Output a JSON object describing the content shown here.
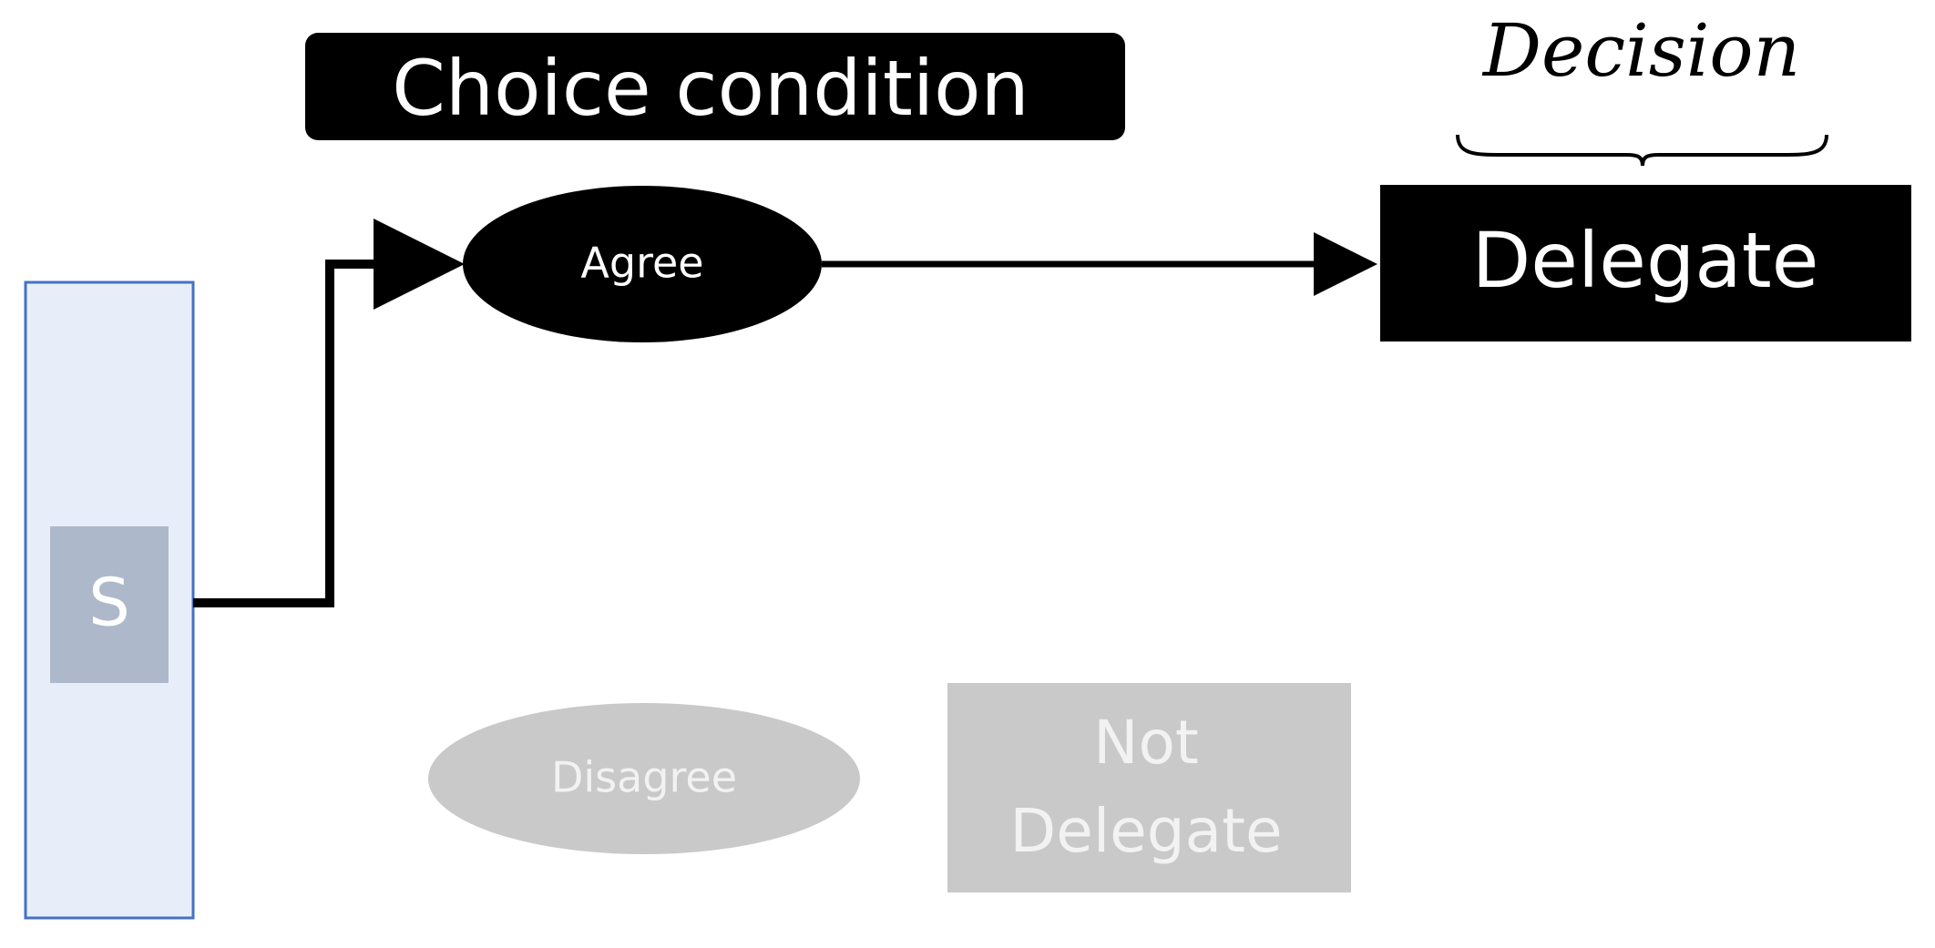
{
  "header": {
    "condition_title": "Choice condition",
    "decision_title": "Decision"
  },
  "nodes": {
    "start": "S",
    "agree": "Agree",
    "disagree": "Disagree",
    "delegate": "Delegate",
    "not_delegate_line1": "Not",
    "not_delegate_line2": "Delegate"
  },
  "colors": {
    "active_fill": "#000000",
    "active_text": "#ffffff",
    "inactive_fill": "#c9c9c9",
    "inactive_text": "#f2f2f2",
    "start_panel_fill": "#e8eef9",
    "start_panel_border": "#4472c4",
    "start_box_fill": "#adb9ca"
  }
}
